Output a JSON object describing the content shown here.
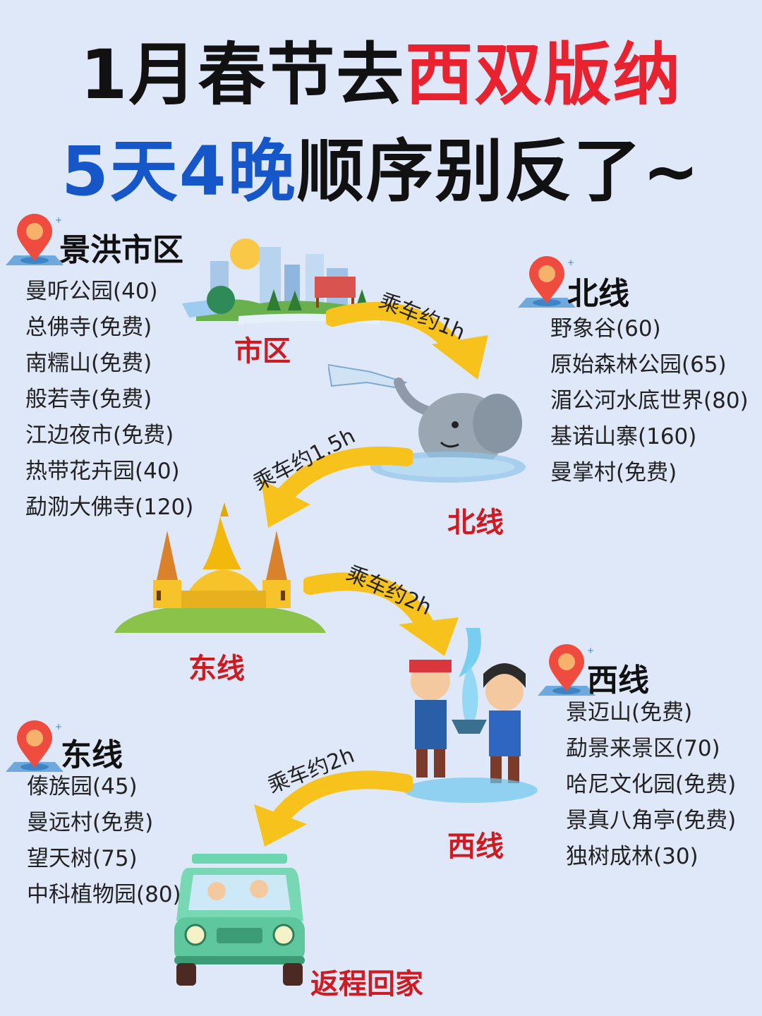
{
  "title": {
    "line1_black": "1月春节去",
    "line1_red": "西双版纳",
    "line2_blue": "5天4晚",
    "line2_black": "顺序别反了~"
  },
  "regions": {
    "jinghong": {
      "title": "景洪市区",
      "items": [
        "曼听公园(40)",
        "总佛寺(免费)",
        "南糯山(免费)",
        "般若寺(免费)",
        "江边夜市(免费)",
        "热带花卉园(40)",
        "勐泐大佛寺(120)"
      ]
    },
    "north": {
      "title": "北线",
      "items": [
        "野象谷(60)",
        "原始森林公园(65)",
        "湄公河水底世界(80)",
        "基诺山寨(160)",
        "曼掌村(免费)"
      ]
    },
    "west": {
      "title": "西线",
      "items": [
        "景迈山(免费)",
        "勐景来景区(70)",
        "哈尼文化园(免费)",
        "景真八角亭(免费)",
        "独树成林(30)"
      ]
    },
    "east": {
      "title": "东线",
      "items": [
        "傣族园(45)",
        "曼远村(免费)",
        "望天树(75)",
        "中科植物园(80)"
      ]
    }
  },
  "stages": {
    "city": "市区",
    "north": "北线",
    "east": "东线",
    "west": "西线",
    "home": "返程回家"
  },
  "rides": {
    "r1": "乘车约1h",
    "r2": "乘车约1.5h",
    "r3": "乘车约2h",
    "r4": "乘车约2h"
  },
  "colors": {
    "background": "#dfe8f9",
    "accent_red": "#e8232f",
    "accent_blue": "#1557c9",
    "arrow_yellow": "#f7c21b",
    "pin_red": "#ef4b3f"
  },
  "icons": [
    "location-pin-icon",
    "city-skyline-illustration",
    "elephant-illustration",
    "golden-pagoda-illustration",
    "water-splash-kids-illustration",
    "green-car-illustration"
  ]
}
